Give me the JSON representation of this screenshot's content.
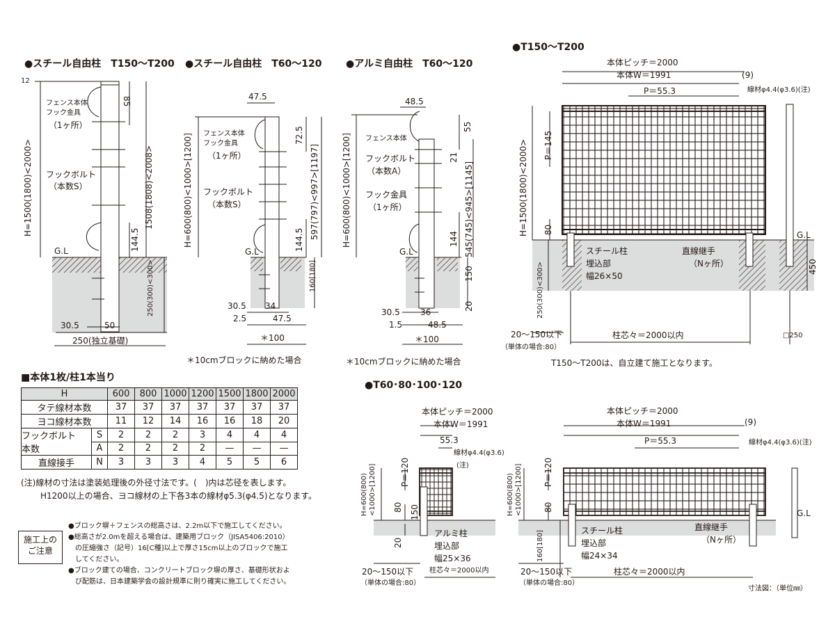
{
  "headings": {
    "h1": "●スチール自由柱　T150〜T200",
    "h2": "●スチール自由柱　T60〜120",
    "h3": "●アルミ自由柱　T60〜120",
    "h4": "●T150〜T200",
    "h5": "●T60･80･100･120",
    "table": "■本体1枚/柱1本当り"
  },
  "p1": {
    "d12": "12",
    "d85": "85",
    "hook_label": "フェンス本体\nフック金具",
    "hook_count": "（1ヶ所）",
    "bolt": "フックボルト",
    "bolt_count": "（本数S）",
    "h": "H=1500(1800)<2000>",
    "total": "1508(1808)<2008>",
    "d1445": "144.5",
    "gl": "G.L",
    "found": "250(300)<300>",
    "d305": "30.5",
    "d50": "50",
    "base": "250(独立基礎)"
  },
  "p2": {
    "d475": "47.5",
    "hook_label": "フェンス本体\nフック金具",
    "hook_count": "（1ヶ所）",
    "bolt": "フックボルト",
    "bolt_count": "（本数S）",
    "h": "H=600(800)<1000>[1200]",
    "d725": "72.5",
    "total": "597(797)<997>[1197]",
    "d1445": "144.5",
    "gl": "G.L",
    "emb": "160[180]",
    "d305": "30.5",
    "d34": "34",
    "d25": "2.5",
    "d475b": "47.5",
    "w100": "＊100",
    "note": "＊10cmブロックに納めた場合"
  },
  "p3": {
    "d485": "48.5",
    "d55": "55",
    "body": "フェンス本体",
    "bolt": "フックボルト",
    "bolt_count": "（本数A）",
    "d21": "21",
    "hook": "フック金具",
    "hook_count": "（1ヶ所）",
    "h": "H=600(800)<1000>[1200]",
    "total": "545(745)<945>[1145]",
    "d144": "144",
    "gl": "G.L",
    "d150": "150",
    "d20": "20",
    "d305": "30.5",
    "d36": "36",
    "d15": "1.5",
    "d485b": "48.5",
    "w100": "＊100",
    "note": "＊10cmブロックに納めた場合"
  },
  "p4": {
    "pitch": "本体ピッチ＝2000",
    "width": "本体W＝1991",
    "d9": "(9)",
    "p553": "P＝55.3",
    "wire": "線材φ4.4(φ3.6)(注)",
    "h": "H=1500(1800)<2000>",
    "p145": "P＝145",
    "d80": "80",
    "gl": "G.L",
    "steel": "スチール柱",
    "emb": "埋込部",
    "emb_w": "幅26×50",
    "joint": "直線継手",
    "joint_n": "（Nヶ所）",
    "d450": "450",
    "found": "250(300)<300>",
    "span": "20〜150以下",
    "single": "（単体の場合:80）",
    "center": "柱芯々＝2000以内",
    "sq": "□250",
    "note": "T150〜T200は、自立建て施工となります。"
  },
  "p5": {
    "pitch": "本体ピッチ＝2000",
    "width": "本体W＝1991",
    "p553": "55.3",
    "wire": "線材φ4.4(φ3.6)",
    "wire_note": "(注)",
    "p120": "P＝120",
    "h": "H=600(800)\n<1000>[1200]",
    "d80": "80",
    "d150": "150",
    "d20": "20",
    "alu": "アルミ柱",
    "emb": "埋込部",
    "emb_w": "幅25×36",
    "span": "20〜150以下",
    "single": "（単体の場合:80）",
    "center": "柱芯々＝2000以内"
  },
  "p6": {
    "pitch": "本体ピッチ＝2000",
    "width": "本体W＝1991",
    "d9": "(9)",
    "p553": "P＝55.3",
    "wire": "線材φ4.4(φ3.6)(注)",
    "p120": "P＝120",
    "h": "H=600(800)\n<1000>[1200]",
    "d80": "80",
    "gl": "G.L",
    "steel": "スチール柱",
    "emb": "埋込部",
    "emb_w": "幅24×34",
    "joint": "直線継手",
    "joint_n": "（Nヶ所）",
    "emb_d": "160[180]",
    "span": "20〜150以下",
    "single": "（単体の場合:80）",
    "center": "柱芯々＝2000以内",
    "unit": "寸法図：（単位㎜）"
  },
  "table": {
    "header": [
      "H",
      "600",
      "800",
      "1000",
      "1200",
      "1500",
      "1800",
      "2000"
    ],
    "rows": [
      [
        "タテ線材本数",
        "",
        "37",
        "37",
        "37",
        "37",
        "37",
        "37",
        "37"
      ],
      [
        "ヨコ線材本数",
        "",
        "11",
        "12",
        "14",
        "16",
        "16",
        "18",
        "20"
      ],
      [
        "フックボルト",
        "S",
        "2",
        "2",
        "2",
        "3",
        "4",
        "4",
        "4"
      ],
      [
        "本数",
        "A",
        "2",
        "2",
        "2",
        "2",
        "—",
        "—",
        "—"
      ],
      [
        "直線接手",
        "N",
        "3",
        "3",
        "3",
        "4",
        "5",
        "5",
        "6"
      ]
    ]
  },
  "notes": {
    "n1": "(注)線材の寸法は塗装処理後の外径寸法です。(　)内は芯径を表します。",
    "n2": "H1200以上の場合、ヨコ線材の上下各3本の線材φ5.3(φ4.5)となります。",
    "caution_title": "施工上の\nご注意",
    "c1": "●ブロック塀＋フェンスの総高さは、2.2m以下で施工してください。",
    "c2": "●総高さが2.0mを超える場合は、建築用ブロック（JISA5406:2010）",
    "c3": "　の圧縮強さ（記号）16[C種]以上で厚さ15cm以上のブロックで施工",
    "c4": "　してください。",
    "c5": "●ブロック建ての場合、コンクリートブロック塀の厚さ、基礎形状およ",
    "c6": "　び配筋は、日本建築学会の設計規準に則り確実に施工してください。"
  }
}
